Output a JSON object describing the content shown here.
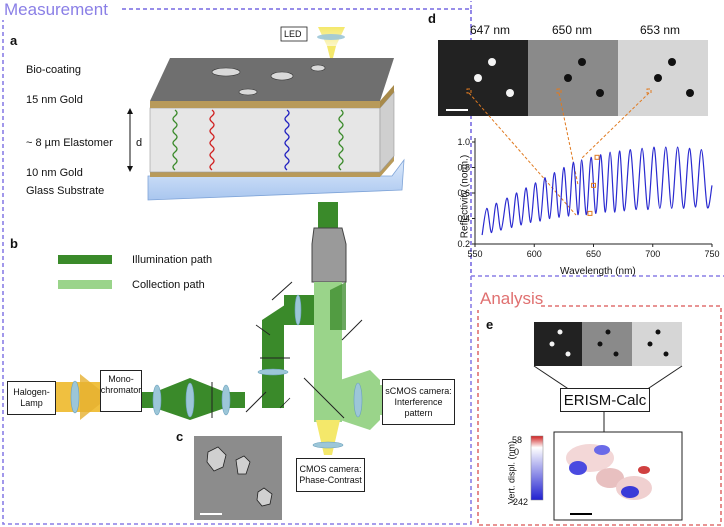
{
  "sections": {
    "measurement": "Measurement",
    "analysis": "Analysis"
  },
  "panels": {
    "a": "a",
    "b": "b",
    "c": "c",
    "d": "d",
    "e": "e"
  },
  "layers": {
    "biocoating": "Bio-coating",
    "gold_top": "15 nm Gold",
    "elastomer": "~ 8 µm Elastomer",
    "gold_bottom": "10 nm Gold",
    "glass": "Glass Substrate",
    "thickness": "d"
  },
  "led": "LED",
  "legend": {
    "illumination": "Illumination path",
    "collection": "Collection path"
  },
  "boxes": {
    "halogen": "Halogen-\nLamp",
    "mono": "Mono-\nchromator",
    "scmos": "sCMOS camera:\nInterference\npattern",
    "cmos": "CMOS camera:\nPhase-Contrast"
  },
  "wavelength_images": [
    "647 nm",
    "650 nm",
    "653 nm"
  ],
  "analysis_box": "ERISM-Calc",
  "colorbar": {
    "label": "Vert. displ. (nm)",
    "max": "58",
    "mid": "0",
    "min": "-242"
  },
  "colors": {
    "measurement_border": "#8a7fe6",
    "analysis_border": "#e07070",
    "illumination": "#3a8a2a",
    "collection": "#9ad48a",
    "gold": "#b89a5a",
    "plot_line": "#2a2ad0"
  },
  "chart_data": {
    "type": "line",
    "xlabel": "Wavelength (nm)",
    "ylabel": "Reflectivity (norm.)",
    "xlim": [
      550,
      750
    ],
    "ylim": [
      0.2,
      1.0
    ],
    "xticks": [
      550,
      600,
      650,
      700,
      750
    ],
    "yticks": [
      0.2,
      0.4,
      0.6,
      0.8,
      1.0
    ],
    "series": [
      {
        "x": [
          556,
          560,
          564,
          568,
          572,
          577,
          581,
          585,
          589,
          593,
          597,
          601,
          605,
          609,
          613,
          617,
          621,
          625,
          629,
          633,
          637,
          640,
          644,
          648,
          652,
          656,
          660,
          664,
          668,
          672,
          676,
          681,
          686,
          691,
          696,
          701,
          706,
          711,
          716,
          721,
          726,
          731,
          736,
          741,
          746,
          750
        ],
        "values": [
          0.27,
          0.48,
          0.29,
          0.52,
          0.31,
          0.56,
          0.33,
          0.6,
          0.35,
          0.64,
          0.37,
          0.68,
          0.38,
          0.72,
          0.4,
          0.76,
          0.41,
          0.8,
          0.42,
          0.84,
          0.43,
          0.86,
          0.43,
          0.88,
          0.44,
          0.9,
          0.45,
          0.92,
          0.45,
          0.93,
          0.46,
          0.94,
          0.47,
          0.95,
          0.47,
          0.96,
          0.48,
          0.96,
          0.48,
          0.96,
          0.48,
          0.95,
          0.49,
          0.94,
          0.49,
          0.66
        ]
      }
    ]
  }
}
